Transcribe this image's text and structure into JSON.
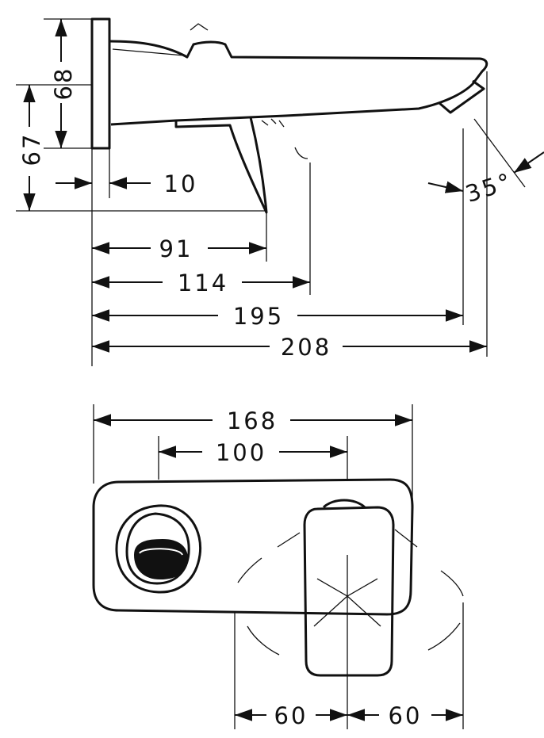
{
  "side_view": {
    "dim_68": "68",
    "dim_67": "67",
    "dim_10": "10",
    "dim_91": "91",
    "dim_114": "114",
    "dim_195": "195",
    "dim_208": "208",
    "angle": "35°"
  },
  "front_view": {
    "dim_168": "168",
    "dim_100": "100",
    "dim_60_left": "60",
    "dim_60_right": "60"
  }
}
